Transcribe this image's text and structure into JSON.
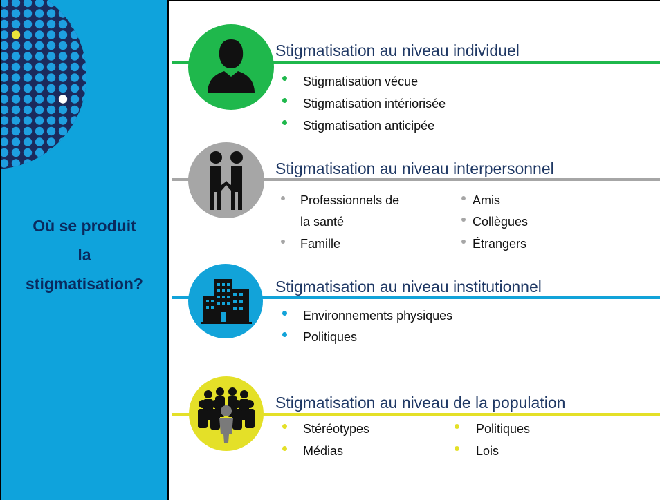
{
  "sidebar": {
    "title_lines": [
      "Où se produit",
      "la",
      "stigmatisation?"
    ]
  },
  "sections": [
    {
      "heading": "Stigmatisation au niveau individuel",
      "color": "#1fb84c",
      "icon": "person-icon",
      "bullets": [
        "Stigmatisation vécue",
        "Stigmatisation intériorisée",
        "Stigmatisation anticipée"
      ]
    },
    {
      "heading": "Stigmatisation au niveau interpersonnel",
      "color": "#a6a6a6",
      "icon": "handshake-icon",
      "bullets_left": [
        "Professionnels de",
        "la santé",
        "Famille"
      ],
      "bullets_right": [
        "Amis",
        "Collègues",
        "Étrangers"
      ]
    },
    {
      "heading": "Stigmatisation au niveau institutionnel",
      "color": "#12a3d9",
      "icon": "buildings-icon",
      "bullets": [
        "Environnements physiques",
        "Politiques"
      ]
    },
    {
      "heading": "Stigmatisation au niveau de la population",
      "color": "#e4e028",
      "icon": "crowd-icon",
      "bullets_left": [
        "Stéréotypes",
        "Médias"
      ],
      "bullets_right": [
        "Politiques",
        "Lois"
      ]
    }
  ],
  "colors": {
    "sidebar": "#0fa3dc",
    "sidebar_text": "#0a2a5e",
    "heading_text": "#1f3864"
  }
}
